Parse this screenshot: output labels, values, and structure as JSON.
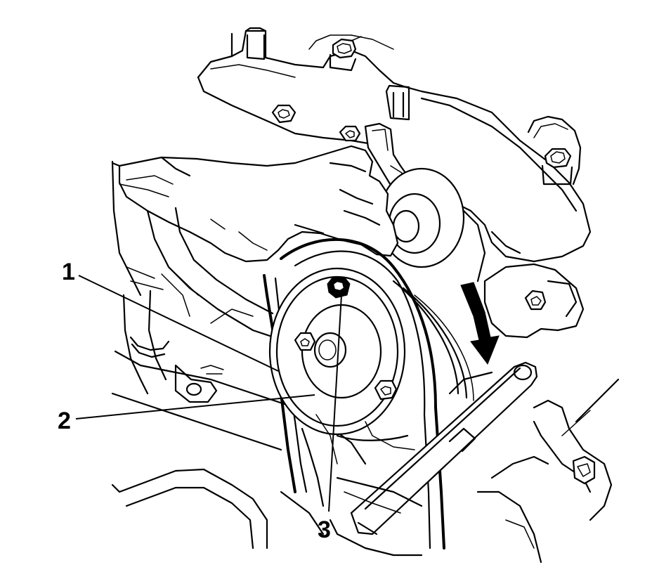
{
  "figure": {
    "callouts": [
      {
        "label": "1"
      },
      {
        "label": "2"
      },
      {
        "label": "3"
      }
    ],
    "rotation_arrow_icon": "clockwise-arrow-icon",
    "colors": {
      "line": "#000000",
      "background": "#ffffff"
    }
  }
}
